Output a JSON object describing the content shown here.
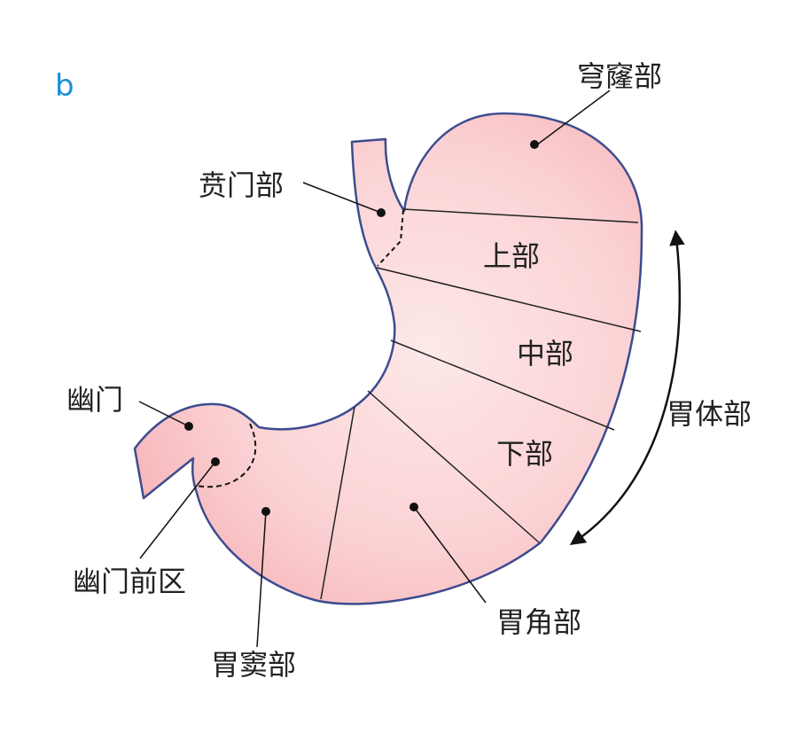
{
  "panel_label": "b",
  "labels": {
    "fundus": "穹窿部",
    "cardia": "贲门部",
    "upper": "上部",
    "middle": "中部",
    "lower": "下部",
    "body": "胃体部",
    "pylorus": "幽门",
    "pre_pyloric": "幽门前区",
    "antrum": "胃窦部",
    "angle": "胃角部"
  },
  "colors": {
    "panel_label": "#1a8fd6",
    "stomach_fill_center": "#fde8e8",
    "stomach_fill_edge": "#f7b9bd",
    "outline": "#3d4c8f",
    "text": "#222222",
    "line": "#111111"
  }
}
